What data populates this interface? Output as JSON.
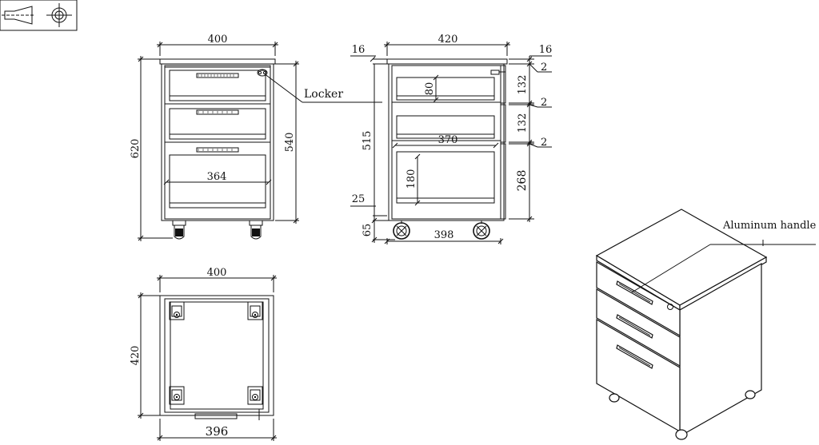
{
  "labels": {
    "locker": "Locker",
    "aluminum_handle": "Aluminum handle"
  },
  "dims_front": {
    "width_top": "400",
    "height_total": "620",
    "height_body": "540",
    "inner_width": "364"
  },
  "dims_side": {
    "width_top": "420",
    "top_thickness_left": "16",
    "top_thickness_right": "16",
    "body_height": "515",
    "base_gap": "25",
    "caster_height": "65",
    "bottom_width": "398",
    "drawer1_height": "80",
    "drawer_depth": "370",
    "drawer3_height": "180",
    "front1": "132",
    "front2": "132",
    "front3": "268",
    "gap1": "2",
    "gap2": "2",
    "gap3": "2"
  },
  "dims_bottom": {
    "width_top": "400",
    "depth": "420",
    "width_bottom": "396"
  },
  "colors": {
    "line": "#111111",
    "background": "#ffffff"
  }
}
